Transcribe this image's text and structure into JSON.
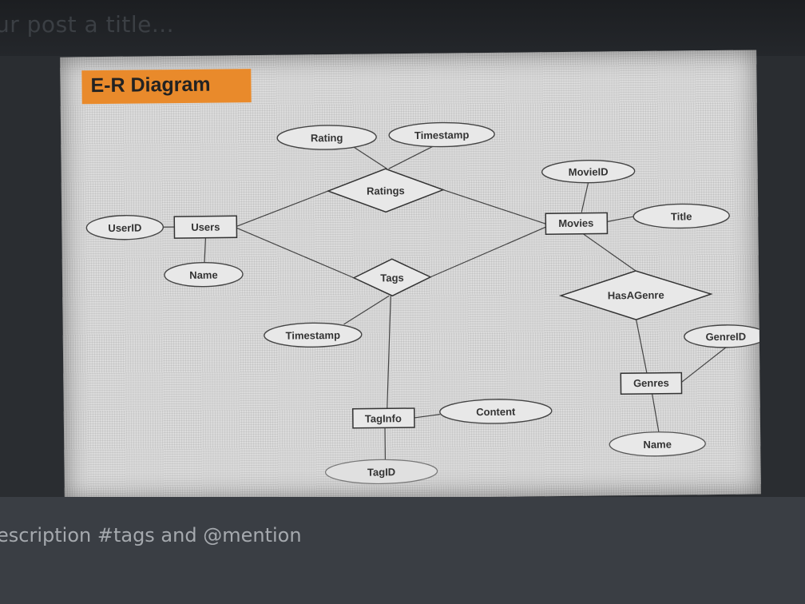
{
  "post": {
    "title_placeholder": "ur post a title...",
    "description_placeholder": "escription #tags and @mention"
  },
  "diagram": {
    "title": "E-R Diagram",
    "colors": {
      "title_bg": "#e98a2b",
      "paper": "#dcdcdc",
      "ink": "#333333"
    },
    "entities": [
      {
        "id": "users",
        "label": "Users"
      },
      {
        "id": "movies",
        "label": "Movies"
      },
      {
        "id": "genres",
        "label": "Genres"
      },
      {
        "id": "taginfo",
        "label": "TagInfo"
      }
    ],
    "relationships": [
      {
        "id": "ratings",
        "label": "Ratings"
      },
      {
        "id": "tags",
        "label": "Tags"
      },
      {
        "id": "hasagenre",
        "label": "HasAGenre"
      }
    ],
    "attributes": [
      {
        "id": "userid",
        "label": "UserID"
      },
      {
        "id": "user-name",
        "label": "Name"
      },
      {
        "id": "rating",
        "label": "Rating"
      },
      {
        "id": "rating-timestamp",
        "label": "Timestamp"
      },
      {
        "id": "movieid",
        "label": "MovieID"
      },
      {
        "id": "title",
        "label": "Title"
      },
      {
        "id": "tag-timestamp",
        "label": "Timestamp"
      },
      {
        "id": "content",
        "label": "Content"
      },
      {
        "id": "tagid",
        "label": "TagID"
      },
      {
        "id": "genreid",
        "label": "GenreID"
      },
      {
        "id": "genre-name",
        "label": "Name"
      }
    ]
  }
}
